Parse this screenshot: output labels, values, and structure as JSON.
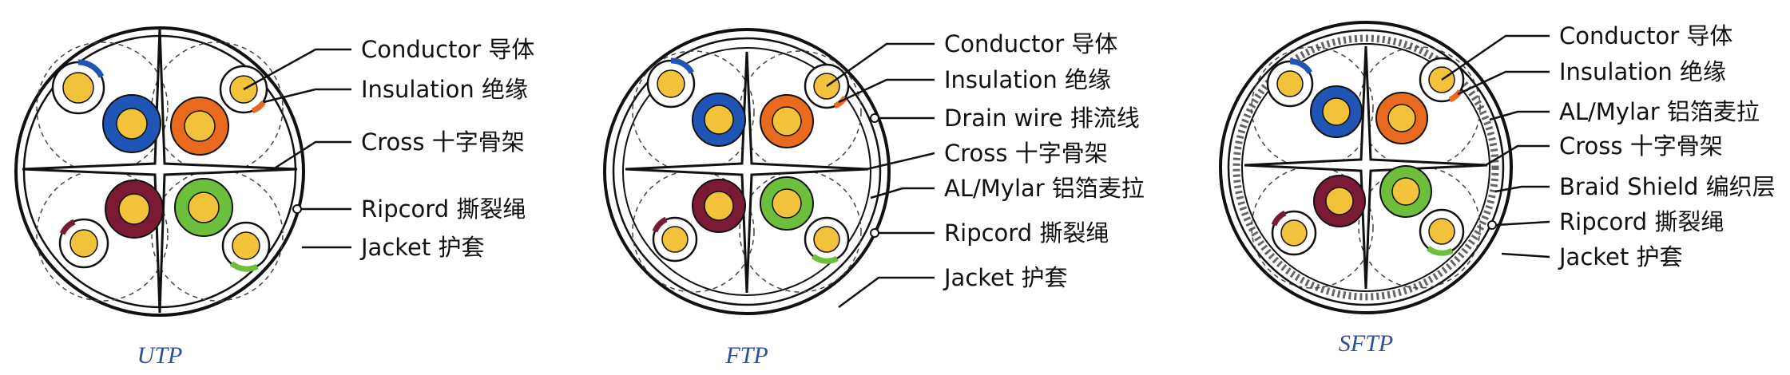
{
  "colors": {
    "conductor": "#f2c23a",
    "blue": "#1f56b5",
    "orange": "#ea6a1d",
    "maroon": "#7b1a34",
    "green": "#6bbf3a",
    "ink": "#111111",
    "caption": "#2f4f9a"
  },
  "diagrams": [
    {
      "caption": "UTP",
      "labels": [
        "Conductor 导体",
        "Insulation 绝缘",
        "Cross 十字骨架",
        "Ripcord 撕裂绳",
        "Jacket 护套"
      ]
    },
    {
      "caption": "FTP",
      "labels": [
        "Conductor 导体",
        "Insulation 绝缘",
        "Drain wire 排流线",
        "Cross 十字骨架",
        "AL/Mylar 铝箔麦拉",
        "Ripcord 撕裂绳",
        "Jacket 护套"
      ]
    },
    {
      "caption": "SFTP",
      "labels": [
        "Conductor 导体",
        "Insulation 绝缘",
        "AL/Mylar 铝箔麦拉",
        "Cross 十字骨架",
        "Braid Shield 编织层",
        "Ripcord 撕裂绳",
        "Jacket 护套"
      ]
    }
  ]
}
